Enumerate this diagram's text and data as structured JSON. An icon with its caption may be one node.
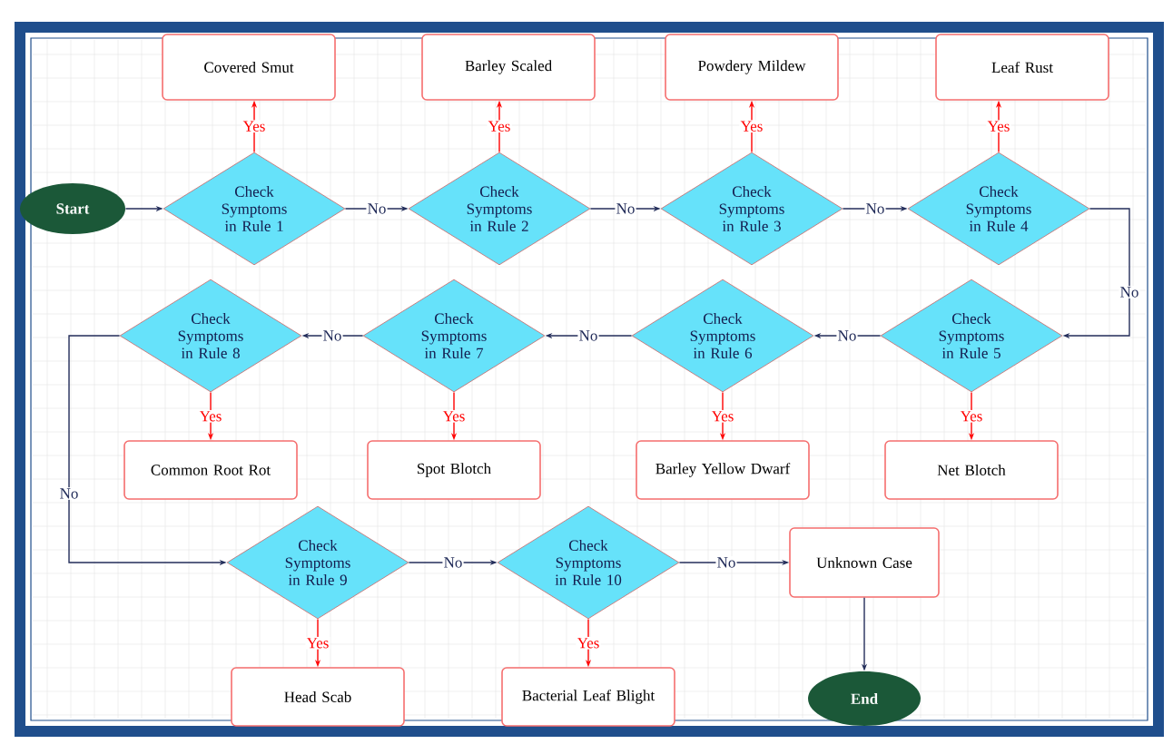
{
  "diagram": {
    "nodes": [
      {
        "text": [
          "Start"
        ]
      },
      {
        "text": [
          "Check Symptoms in Rule 1"
        ]
      },
      {
        "text": [
          "Covered Smut"
        ]
      },
      {
        "text": [
          "Check Symptoms in Rule 2"
        ]
      },
      {
        "text": [
          "Barley Scaled"
        ]
      },
      {
        "text": [
          "Check Symptoms in Rule 3"
        ]
      },
      {
        "text": [
          "Powdery Mildew"
        ]
      },
      {
        "text": [
          "Check Symptoms in Rule 4"
        ]
      },
      {
        "text": [
          "Leaf Rust"
        ]
      },
      {
        "text": [
          "Check Symptoms in Rule 5"
        ]
      },
      {
        "text": [
          "Net Blotch"
        ]
      },
      {
        "text": [
          "Check Symptoms in Rule 6"
        ]
      },
      {
        "text": [
          "Barley Yellow Dwarf"
        ]
      },
      {
        "text": [
          "Check Symptoms in Rule 7"
        ]
      },
      {
        "text": [
          "Spot Blotch"
        ]
      },
      {
        "text": [
          "Check Symptoms in Rule 8"
        ]
      },
      {
        "text": [
          "Common Root Rot"
        ]
      },
      {
        "text": [
          "Check Symptoms in Rule 9"
        ]
      },
      {
        "text": [
          "Head Scab"
        ]
      },
      {
        "text": [
          "Check Symptoms in Rule 10"
        ]
      },
      {
        "text": [
          "Bacterial Leaf Blight"
        ]
      },
      {
        "text": [
          "Unknown Case"
        ]
      },
      {
        "text": [
          "End"
        ]
      }
    ],
    "edges": [
      {
        "from": 0,
        "to": 1,
        "arrow": "to"
      },
      {
        "from": 1,
        "to": 2,
        "arrow": "to",
        "label": "Yes",
        "color": "#ff0000"
      },
      {
        "from": 1,
        "to": 3,
        "arrow": "to",
        "label": "No"
      },
      {
        "from": 3,
        "to": 4,
        "arrow": "to",
        "label": "Yes",
        "color": "#ff0000"
      },
      {
        "from": 3,
        "to": 5,
        "arrow": "to",
        "label": "No"
      },
      {
        "from": 5,
        "to": 6,
        "arrow": "to",
        "label": "Yes",
        "color": "#ff0000"
      },
      {
        "from": 5,
        "to": 7,
        "arrow": "to",
        "label": "No"
      },
      {
        "from": 7,
        "to": 8,
        "arrow": "to",
        "label": "Yes",
        "color": "#ff0000"
      },
      {
        "from": 7,
        "to": 9,
        "arrow": "to",
        "label": "No"
      },
      {
        "from": 9,
        "to": 10,
        "arrow": "to",
        "label": "Yes",
        "color": "#ff0000"
      },
      {
        "from": 9,
        "to": 11,
        "arrow": "to",
        "label": "No"
      },
      {
        "from": 11,
        "to": 12,
        "arrow": "to",
        "label": "Yes",
        "color": "#ff0000"
      },
      {
        "from": 11,
        "to": 13,
        "arrow": "to",
        "label": "No"
      },
      {
        "from": 13,
        "to": 14,
        "arrow": "to",
        "label": "Yes",
        "color": "#ff0000"
      },
      {
        "from": 13,
        "to": 15,
        "arrow": "to",
        "label": "No"
      },
      {
        "from": 15,
        "to": 16,
        "arrow": "to",
        "label": "Yes",
        "color": "#ff0000"
      },
      {
        "from": 15,
        "to": 17,
        "arrow": "to",
        "label": "No"
      },
      {
        "from": 17,
        "to": 18,
        "arrow": "to",
        "label": "Yes",
        "color": "#ff0000"
      },
      {
        "from": 17,
        "to": 19,
        "arrow": "to",
        "label": "No"
      },
      {
        "from": 19,
        "to": 20,
        "arrow": "to",
        "label": "Yes",
        "color": "#ff0000"
      },
      {
        "from": 19,
        "to": 21,
        "arrow": "to",
        "label": "No"
      },
      {
        "from": 21,
        "to": 22,
        "arrow": "to"
      }
    ]
  }
}
